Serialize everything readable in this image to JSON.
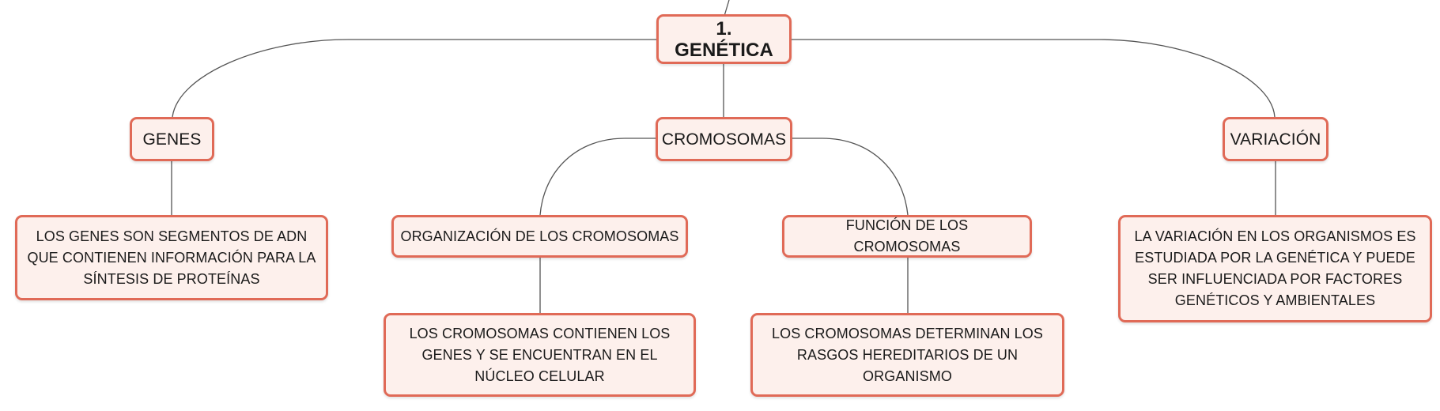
{
  "diagram": {
    "root": {
      "label": "1. GENÉTICA"
    },
    "branches": [
      {
        "label": "GENES"
      },
      {
        "label": "CROMOSOMAS"
      },
      {
        "label": "VARIACIÓN"
      }
    ],
    "details": {
      "genes": "LOS GENES SON SEGMENTOS DE ADN QUE CONTIENEN INFORMACIÓN PARA LA SÍNTESIS DE PROTEÍNAS",
      "organizacion": "ORGANIZACIÓN DE LOS CROMOSOMAS",
      "funcion": "FUNCIÓN DE LOS CROMOSOMAS",
      "organizacion_detail": "LOS CROMOSOMAS CONTIENEN LOS GENES Y SE ENCUENTRAN EN EL NÚCLEO CELULAR",
      "funcion_detail": "LOS CROMOSOMAS DETERMINAN LOS RASGOS HEREDITARIOS DE UN ORGANISMO",
      "variacion": "LA VARIACIÓN EN LOS ORGANISMOS ES ESTUDIADA POR LA GENÉTICA Y PUEDE SER INFLUENCIADA POR FACTORES GENÉTICOS Y AMBIENTALES"
    },
    "colors": {
      "node_border": "#e06a57",
      "node_fill": "#fdf0ec",
      "connector": "#555555"
    }
  }
}
